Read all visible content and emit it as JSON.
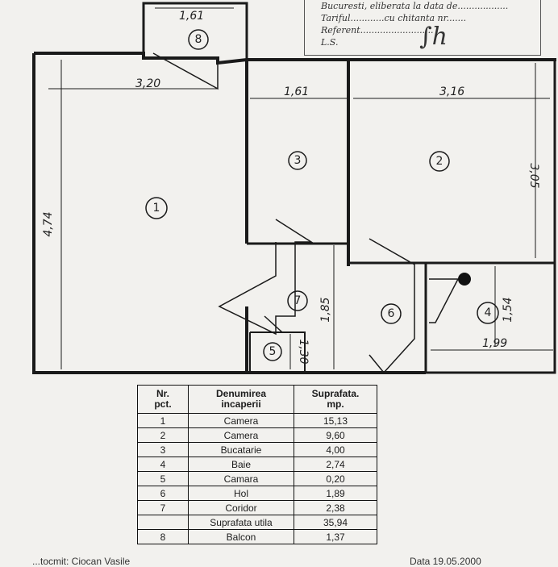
{
  "stamp": {
    "lines": [
      "Bucuresti, eliberata la data de..................",
      "Tariful............cu chitanta nr.......",
      "Referent..........................",
      "L.S."
    ]
  },
  "dimensions": {
    "d1": "1,61",
    "d2": "3,20",
    "d3": "1,61",
    "d4": "3,16",
    "d5": "3,05",
    "d6": "4,74",
    "d7": "1,85",
    "d8": "1,54",
    "d9": "1,99",
    "d10": "1,30"
  },
  "room_numbers": [
    "1",
    "2",
    "3",
    "4",
    "5",
    "6",
    "7",
    "8"
  ],
  "table": {
    "headers": [
      "Nr.\npct.",
      "Denumirea\nincaperii",
      "Suprafata.\nmp."
    ],
    "rows": [
      {
        "nr": "1",
        "name": "Camera",
        "area": "15,13"
      },
      {
        "nr": "2",
        "name": "Camera",
        "area": "9,60"
      },
      {
        "nr": "3",
        "name": "Bucatarie",
        "area": "4,00"
      },
      {
        "nr": "4",
        "name": "Baie",
        "area": "2,74"
      },
      {
        "nr": "5",
        "name": "Camara",
        "area": "0,20"
      },
      {
        "nr": "6",
        "name": "Hol",
        "area": "1,89"
      },
      {
        "nr": "7",
        "name": "Coridor",
        "area": "2,38"
      },
      {
        "nr": "",
        "name": "Suprafata utila",
        "area": "35,94"
      },
      {
        "nr": "8",
        "name": "Balcon",
        "area": "1,37"
      }
    ]
  },
  "footer": {
    "left": "...tocmit: Ciocan Vasile",
    "right": "Data 19.05.2000"
  }
}
